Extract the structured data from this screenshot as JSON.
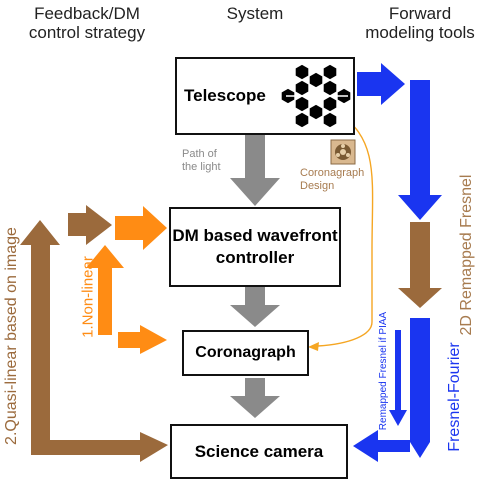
{
  "headers": {
    "feedback": "Feedback/DM\ncontrol strategy",
    "system": "System",
    "forward": "Forward\nmodeling tools"
  },
  "boxes": {
    "telescope": "Telescope",
    "dm": "DM based wavefront\ncontroller",
    "coronagraph": "Coronagraph",
    "camera": "Science camera"
  },
  "labels": {
    "path_of_light": "Path of\nthe light",
    "coronagraph_design": "Coronagraph\nDesign",
    "quasi_linear": "2.Quasi-linear based on image",
    "non_linear": "1.Non-linear",
    "remapped_fresnel_2d": "2D Remapped Fresnel",
    "remapped_if_piaa": "Remapped Fresnel if PIAA",
    "fresnel_fourier": "Fresnel-Fourier"
  },
  "colors": {
    "brown": "#9b6a3c",
    "orange": "#ff8c14",
    "gray": "#8a8a8a",
    "blue": "#1a35f0",
    "tan_text": "#a77b4f"
  }
}
